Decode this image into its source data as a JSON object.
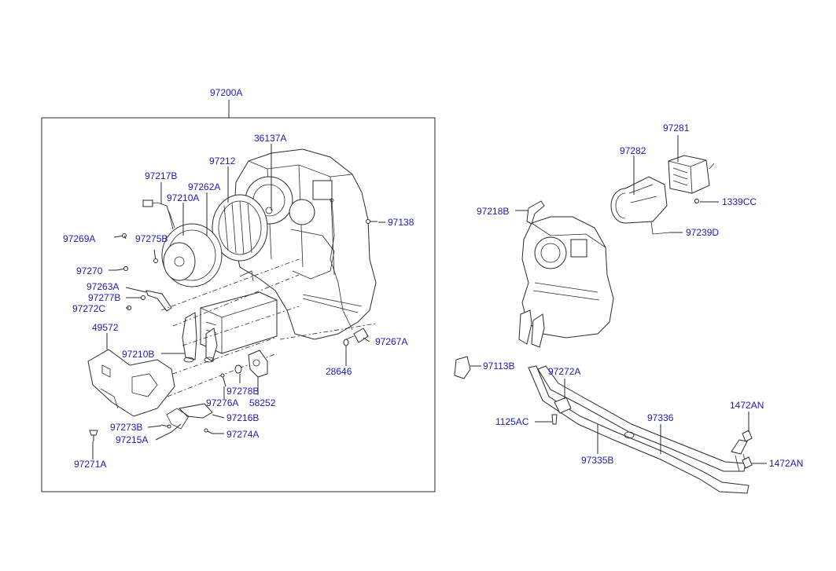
{
  "labels": {
    "97200A": "97200A",
    "36137A": "36137A",
    "97212": "97212",
    "97217B": "97217B",
    "97262A": "97262A",
    "97210A": "97210A",
    "97138": "97138",
    "97269A": "97269A",
    "97275B": "97275B",
    "97270": "97270",
    "97263A": "97263A",
    "97277B": "97277B",
    "97272C": "97272C",
    "49572": "49572",
    "97210B": "97210B",
    "97267A": "97267A",
    "28646": "28646",
    "97278B": "97278B",
    "58252": "58252",
    "97276A": "97276A",
    "97216B": "97216B",
    "97273B": "97273B",
    "97215A": "97215A",
    "97274A": "97274A",
    "97271A": "97271A",
    "97281": "97281",
    "97282": "97282",
    "1339CC": "1339CC",
    "97218B": "97218B",
    "97239D": "97239D",
    "97113B": "97113B",
    "97272A": "97272A",
    "1125AC": "1125AC",
    "97336": "97336",
    "97335B": "97335B",
    "1472AN_a": "1472AN",
    "1472AN_b": "1472AN"
  },
  "colors": {
    "label": "#1a1ab8",
    "line": "#2a2a2a"
  }
}
